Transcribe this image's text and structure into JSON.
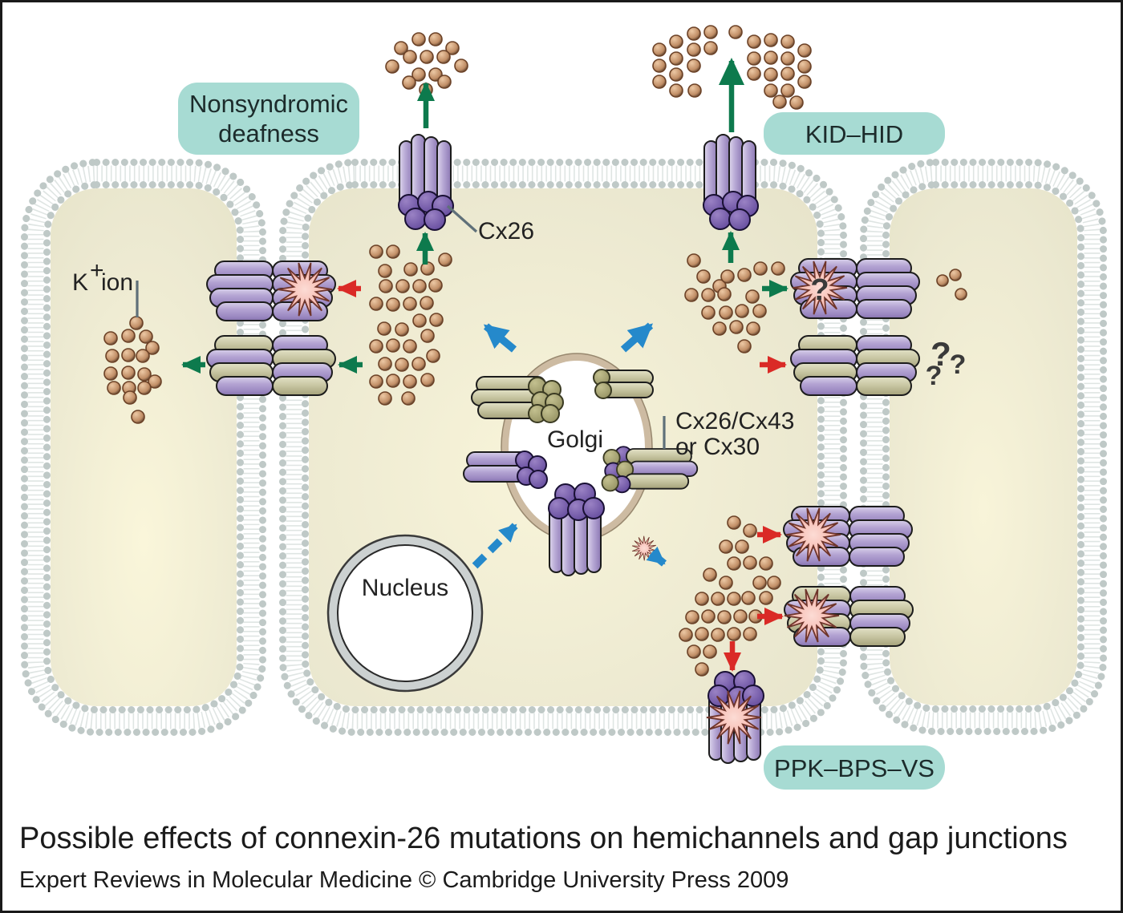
{
  "figure": {
    "caption": "Possible effects of connexin-26 mutations on hemichannels and gap junctions",
    "credit": "Expert Reviews in Molecular Medicine © Cambridge University Press 2009"
  },
  "badges": {
    "nonsyndromic_line1": "Nonsyndromic",
    "nonsyndromic_line2": "deafness",
    "kid_hid": "KID–HID",
    "ppk_bps_vs": "PPK–BPS–VS"
  },
  "labels": {
    "cx26": "Cx26",
    "golgi_ch1": "Cx26/Cx43",
    "golgi_ch2": "or Cx30",
    "golgi": "Golgi",
    "nucleus": "Nucleus",
    "k_base": "K",
    "k_sup": "+",
    "k_rest": "ion",
    "q": "?"
  },
  "colors": {
    "badge_teal": "#a7dbd3",
    "channel_purple": "#b0a2cf",
    "channel_dark_purple": "#5c4397",
    "channel_olive": "#c6c4a0",
    "mutation_pink": "#f7bcb2",
    "ion_brown": "#c08d65",
    "arrow_green": "#0d7a4d",
    "arrow_red": "#da2a26",
    "arrow_blue": "#2589cb",
    "membrane_gray": "#bfc9c7",
    "cell_fill": "#ece9d1",
    "golgi_border": "#cdbba2"
  }
}
